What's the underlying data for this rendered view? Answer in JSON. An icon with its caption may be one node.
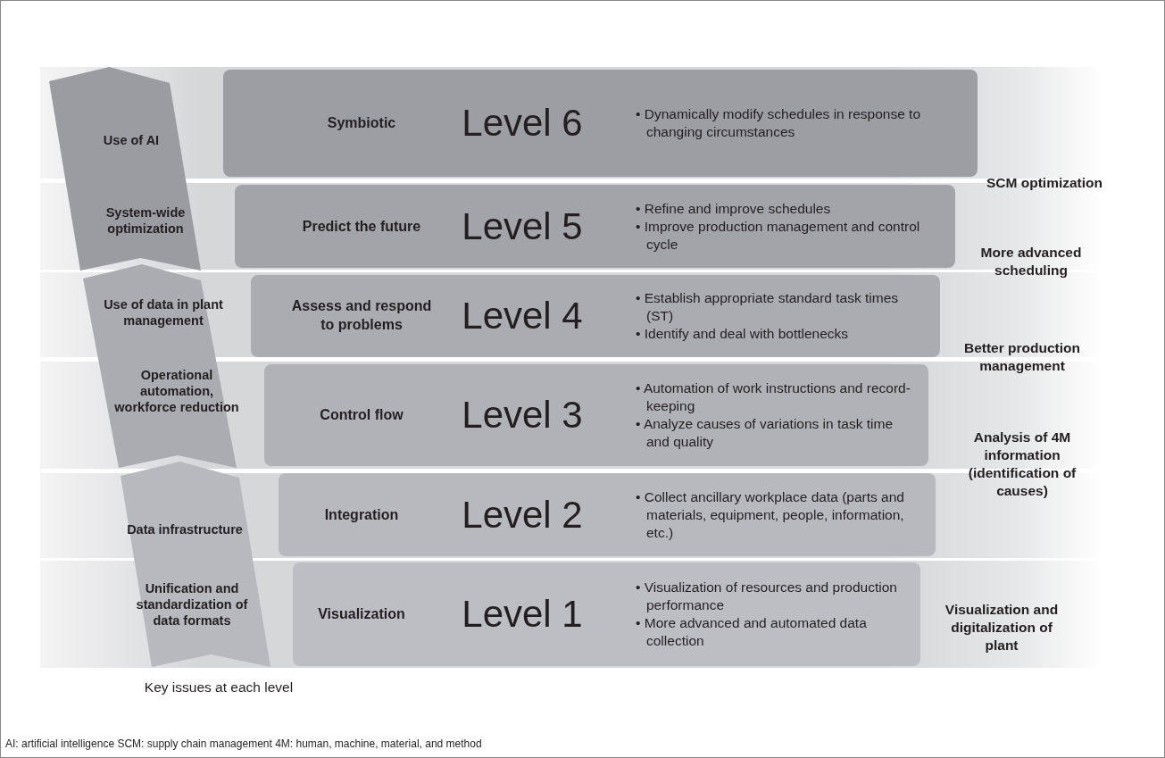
{
  "diagram": {
    "caption": "AI: artificial intelligence SCM: supply chain management 4M: human, machine, material, and method",
    "nodes": [
      {
        "text": [
          "Use of AI",
          "System-wide optimization"
        ]
      },
      {
        "text": [
          "Use of data in plant management",
          "Operational automation, workforce reduction"
        ]
      },
      {
        "text": [
          "Data infrastructure",
          "Unification and standardization of data formats"
        ]
      },
      {
        "text": [
          "Symbiotic",
          "Level 6",
          "• Dynamically modify schedules in response to changing circumstances"
        ]
      },
      {
        "text": [
          "Predict the future",
          "Level 5",
          "• Refine and improve schedules",
          "• Improve production management and control cycle"
        ]
      },
      {
        "text": [
          "Assess and respond to problems",
          "Level 4",
          "• Establish appropriate standard task times (ST)",
          "• Identify and deal with bottlenecks"
        ]
      },
      {
        "text": [
          "Control flow",
          "Level 3",
          "• Automation of work instructions and record-keeping",
          "• Analyze causes of variations in task time and quality"
        ]
      },
      {
        "text": [
          "Integration",
          "Level 2",
          "• Collect ancillary workplace data (parts and materials, equipment, people, information, etc.)"
        ]
      },
      {
        "text": [
          "Visualization",
          "Level 1",
          "• Visualization of resources and production performance",
          "• More advanced and automated data collection"
        ]
      }
    ],
    "labels": [
      "SCM optimization",
      "More advanced scheduling",
      "Better production management",
      "Analysis of 4M information (identification of causes)",
      "Visualization and digitalization of plant",
      "Key issues at each level"
    ]
  }
}
